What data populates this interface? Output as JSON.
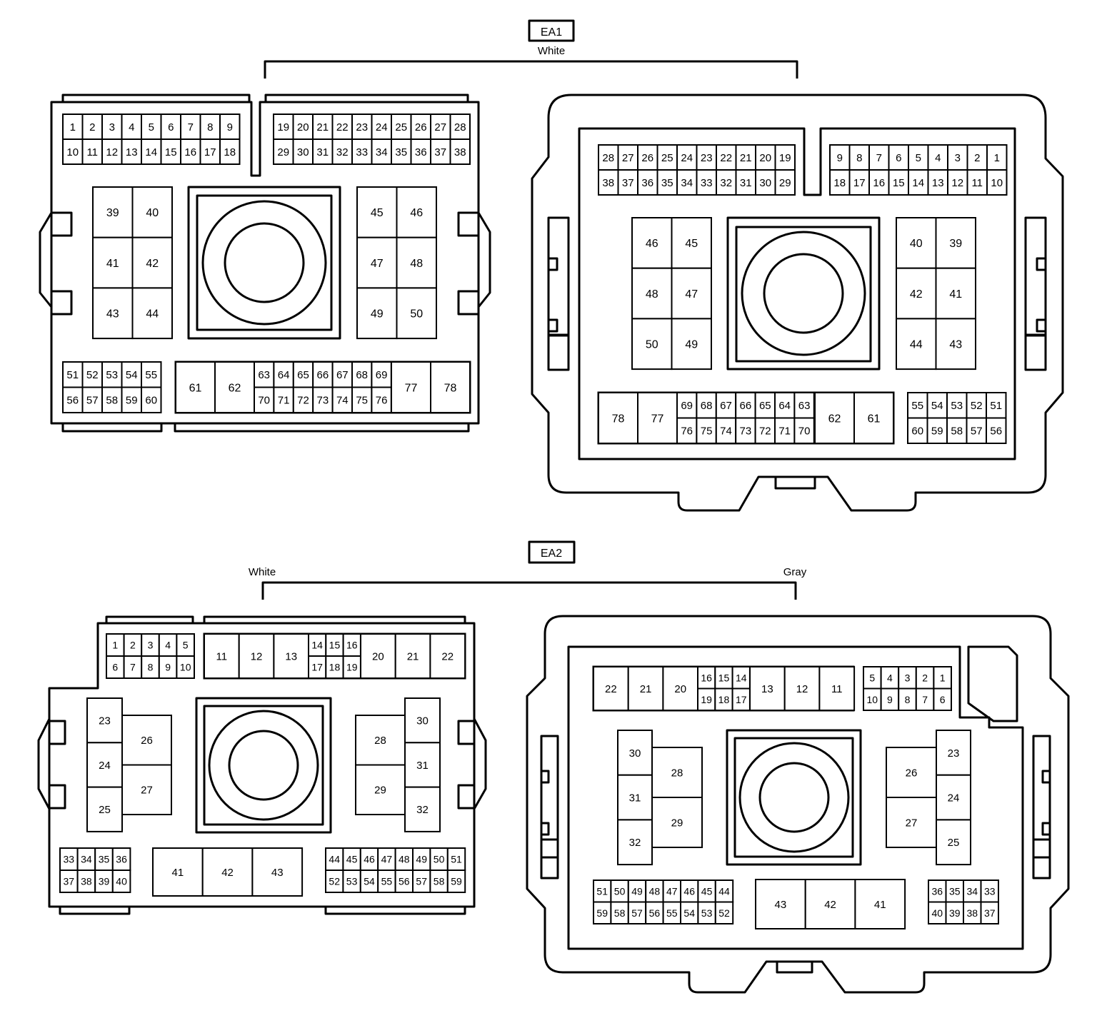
{
  "colors": {
    "line": "#000000",
    "background": "#ffffff"
  },
  "ea1": {
    "label": "EA1",
    "color_label": "White",
    "left_view": {
      "row1": [
        "1",
        "2",
        "3",
        "4",
        "5",
        "6",
        "7",
        "8",
        "9"
      ],
      "row2": [
        "10",
        "11",
        "12",
        "13",
        "14",
        "15",
        "16",
        "17",
        "18"
      ],
      "row3": [
        "19",
        "20",
        "21",
        "22",
        "23",
        "24",
        "25",
        "26",
        "27",
        "28"
      ],
      "row4": [
        "29",
        "30",
        "31",
        "32",
        "33",
        "34",
        "35",
        "36",
        "37",
        "38"
      ],
      "block_left": [
        "39",
        "40",
        "41",
        "42",
        "43",
        "44"
      ],
      "block_right": [
        "45",
        "46",
        "47",
        "48",
        "49",
        "50"
      ],
      "bottom_left_top": [
        "51",
        "52",
        "53",
        "54",
        "55"
      ],
      "bottom_left_bottom": [
        "56",
        "57",
        "58",
        "59",
        "60"
      ],
      "large_left": [
        "61",
        "62"
      ],
      "mid_top": [
        "63",
        "64",
        "65",
        "66",
        "67",
        "68",
        "69"
      ],
      "mid_bottom": [
        "70",
        "71",
        "72",
        "73",
        "74",
        "75",
        "76"
      ],
      "large_right": [
        "77",
        "78"
      ]
    },
    "right_view": {
      "row1": [
        "28",
        "27",
        "26",
        "25",
        "24",
        "23",
        "22",
        "21",
        "20",
        "19"
      ],
      "row2": [
        "38",
        "37",
        "36",
        "35",
        "34",
        "33",
        "32",
        "31",
        "30",
        "29"
      ],
      "row3": [
        "9",
        "8",
        "7",
        "6",
        "5",
        "4",
        "3",
        "2",
        "1"
      ],
      "row4": [
        "18",
        "17",
        "16",
        "15",
        "14",
        "13",
        "12",
        "11",
        "10"
      ],
      "block_left": [
        "46",
        "45",
        "48",
        "47",
        "50",
        "49"
      ],
      "block_right": [
        "40",
        "39",
        "42",
        "41",
        "44",
        "43"
      ],
      "large_left": [
        "78",
        "77"
      ],
      "mid_top": [
        "69",
        "68",
        "67",
        "66",
        "65",
        "64",
        "63"
      ],
      "mid_bottom": [
        "76",
        "75",
        "74",
        "73",
        "72",
        "71",
        "70"
      ],
      "large_right": [
        "62",
        "61"
      ],
      "bottom_right_top": [
        "55",
        "54",
        "53",
        "52",
        "51"
      ],
      "bottom_right_bottom": [
        "60",
        "59",
        "58",
        "57",
        "56"
      ]
    }
  },
  "ea2": {
    "label": "EA2",
    "left_color_label": "White",
    "right_color_label": "Gray",
    "left_view": {
      "small_top": [
        "1",
        "2",
        "3",
        "4",
        "5"
      ],
      "small_bottom": [
        "6",
        "7",
        "8",
        "9",
        "10"
      ],
      "large_a": [
        "11",
        "12",
        "13"
      ],
      "mid_top": [
        "14",
        "15",
        "16"
      ],
      "mid_bottom": [
        "17",
        "18",
        "19"
      ],
      "large_b": [
        "20",
        "21",
        "22"
      ],
      "col_left": [
        "23",
        "24",
        "25"
      ],
      "col_left_wide": [
        "26",
        "27"
      ],
      "col_right_wide": [
        "28",
        "29"
      ],
      "col_right": [
        "30",
        "31",
        "32"
      ],
      "bl_top": [
        "33",
        "34",
        "35",
        "36"
      ],
      "bl_bottom": [
        "37",
        "38",
        "39",
        "40"
      ],
      "large_c": [
        "41",
        "42",
        "43"
      ],
      "br_top": [
        "44",
        "45",
        "46",
        "47",
        "48",
        "49",
        "50",
        "51"
      ],
      "br_bottom": [
        "52",
        "53",
        "54",
        "55",
        "56",
        "57",
        "58",
        "59"
      ]
    },
    "right_view": {
      "large_b": [
        "22",
        "21",
        "20"
      ],
      "mid_top": [
        "16",
        "15",
        "14"
      ],
      "mid_bottom": [
        "19",
        "18",
        "17"
      ],
      "large_a": [
        "13",
        "12",
        "11"
      ],
      "small_top": [
        "5",
        "4",
        "3",
        "2",
        "1"
      ],
      "small_bottom": [
        "10",
        "9",
        "8",
        "7",
        "6"
      ],
      "col_left": [
        "30",
        "31",
        "32"
      ],
      "col_left_wide": [
        "28",
        "29"
      ],
      "col_right_wide": [
        "26",
        "27"
      ],
      "col_right": [
        "23",
        "24",
        "25"
      ],
      "bl_top": [
        "51",
        "50",
        "49",
        "48",
        "47",
        "46",
        "45",
        "44"
      ],
      "bl_bottom": [
        "59",
        "58",
        "57",
        "56",
        "55",
        "54",
        "53",
        "52"
      ],
      "large_c": [
        "43",
        "42",
        "41"
      ],
      "br_top": [
        "36",
        "35",
        "34",
        "33"
      ],
      "br_bottom": [
        "40",
        "39",
        "38",
        "37"
      ]
    }
  }
}
